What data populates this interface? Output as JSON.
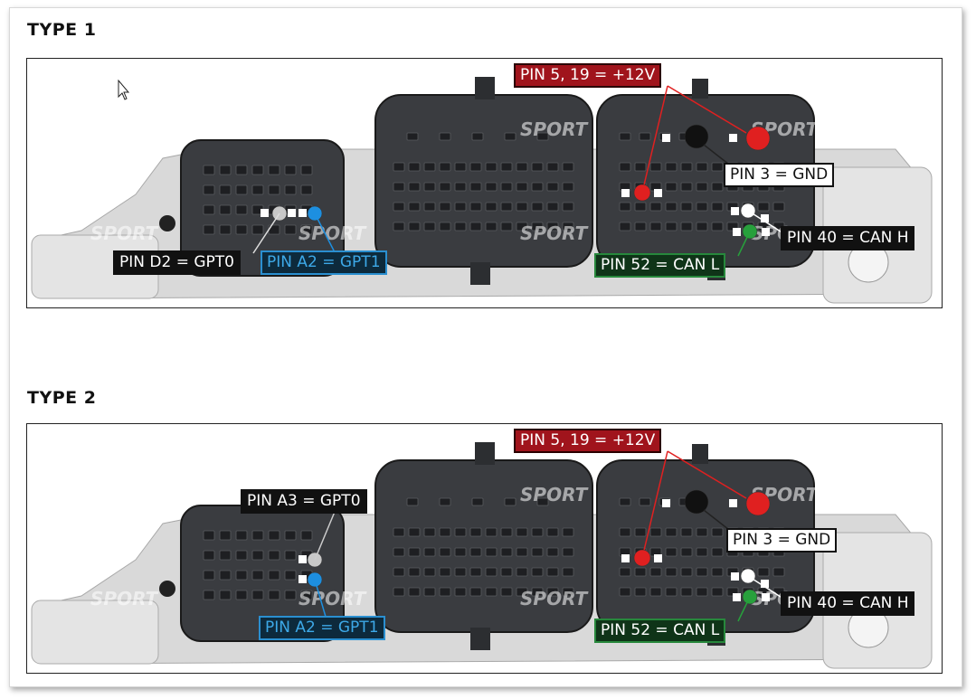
{
  "colors": {
    "red": "#e02020",
    "green": "#27a03c",
    "blue": "#1d8fe0",
    "white": "#ffffff",
    "black": "#111111",
    "grey": "#c8c8c8"
  },
  "watermark": "SPORT",
  "type1": {
    "heading": "TYPE 1",
    "labels": {
      "pwr": "PIN 5, 19 = +12V",
      "gnd": "PIN 3 = GND",
      "canh": "PIN 40 = CAN H",
      "canl": "PIN 52 = CAN L",
      "gpt0": "PIN D2 = GPT0",
      "gpt1": "PIN A2 = GPT1"
    }
  },
  "type2": {
    "heading": "TYPE 2",
    "labels": {
      "pwr": "PIN 5, 19 = +12V",
      "gnd": "PIN 3 = GND",
      "canh": "PIN 40 = CAN H",
      "canl": "PIN 52 = CAN L",
      "gpt0": "PIN A3 = GPT0",
      "gpt1": "PIN A2 = GPT1"
    }
  }
}
